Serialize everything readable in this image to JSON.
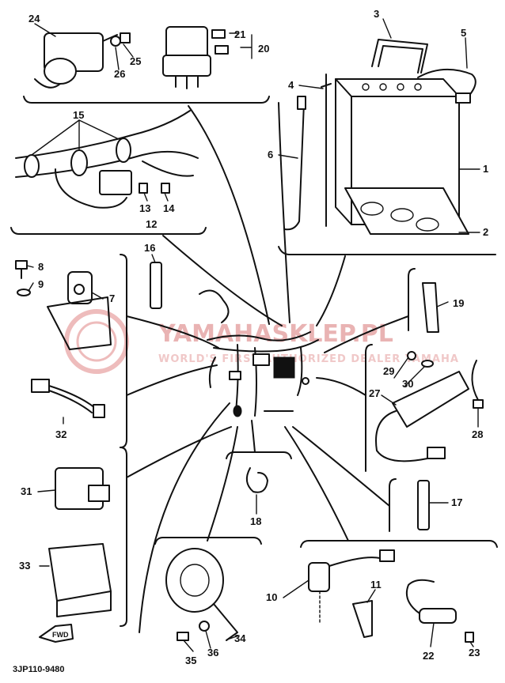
{
  "callouts": {
    "c1": "1",
    "c2": "2",
    "c3": "3",
    "c4": "4",
    "c5": "5",
    "c6": "6",
    "c7": "7",
    "c8": "8",
    "c9": "9",
    "c10": "10",
    "c11": "11",
    "c12": "12",
    "c13": "13",
    "c14": "14",
    "c15": "15",
    "c16": "16",
    "c17": "17",
    "c18": "18",
    "c19": "19",
    "c20": "20",
    "c21": "21",
    "c22": "22",
    "c23": "23",
    "c24": "24",
    "c25": "25",
    "c26": "26",
    "c27": "27",
    "c28": "28",
    "c29": "29",
    "c30": "30",
    "c31": "31",
    "c32": "32",
    "c33": "33",
    "c34": "34",
    "c35": "35",
    "c36": "36"
  },
  "diagram_code": "3JP110-9480",
  "direction_arrow": "FWD",
  "watermark": {
    "main": "YAMAHASKLEP.PL",
    "sub": "WORLD'S FIRST AUTHORIZED DEALER YAMAHA"
  },
  "colors": {
    "ink": "#111111",
    "watermark": "#e9b3b3",
    "background": "#ffffff"
  }
}
